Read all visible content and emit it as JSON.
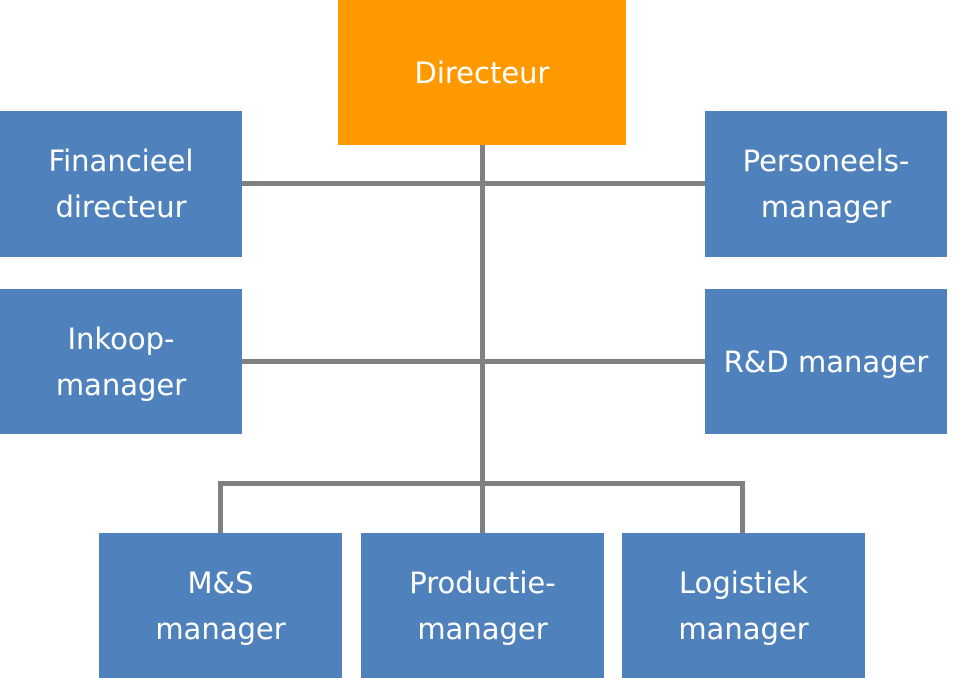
{
  "colors": {
    "top": "#FF9900",
    "node": "#4F81BD",
    "connector": "#808080"
  },
  "nodes": {
    "director": "Directeur",
    "finance": "Financieel\ndirecteur",
    "hr": "Personeels-\nmanager",
    "purchasing": "Inkoop-\nmanager",
    "rnd": "R&D manager",
    "ms": "M&S\nmanager",
    "production": "Productie-\nmanager",
    "logistics": "Logistiek\nmanager"
  }
}
